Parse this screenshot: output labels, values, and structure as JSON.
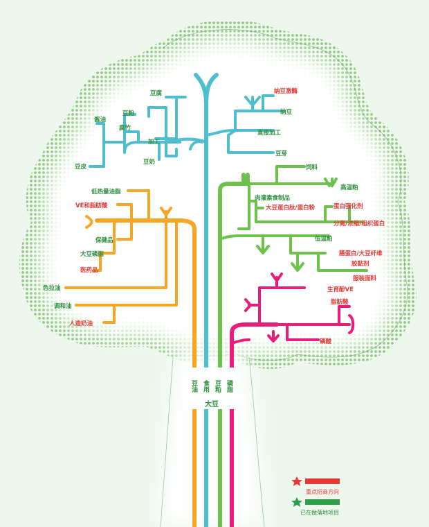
{
  "colors": {
    "blue": "#4fbdd0",
    "orange": "#f6a623",
    "green": "#6cc24a",
    "pink": "#e91e7b",
    "label_green": "#2f8f3f",
    "label_red": "#e53935",
    "dots": "#7cc06a",
    "background": "#eef7ee"
  },
  "trunk": {
    "labels": [
      "豆油",
      "食用",
      "豆粕",
      "磷脂"
    ],
    "root": "大豆"
  },
  "branches": {
    "blue": [
      "豆腐",
      "豆粉",
      "酱油",
      "腐竹",
      "加工",
      "豆皮",
      "豆奶",
      "纳豆激酶",
      "纳豆",
      "直接加工",
      "豆芽"
    ],
    "orange": [
      "低热量油脂",
      "VE和脂肪酸",
      "保健品",
      "大豆磷脂",
      "医药品",
      "色拉油",
      "调和油",
      "人造奶油"
    ],
    "green": [
      "饲料",
      "高温粕",
      "肉灌素食制品",
      "大豆蛋白肽/蛋白粉",
      "蛋白强化剂",
      "分离/浓缩/组织蛋白",
      "低温粕",
      "膳蛋白/大豆纤维",
      "胶黏剂",
      "服装面料"
    ],
    "pink": [
      "生育酚VE",
      "脂肪酸",
      "磷酸"
    ]
  },
  "legend": {
    "key_direction": "重点招商方向",
    "landed_project": "已在做落地项目",
    "star_icon": "star-icon"
  }
}
